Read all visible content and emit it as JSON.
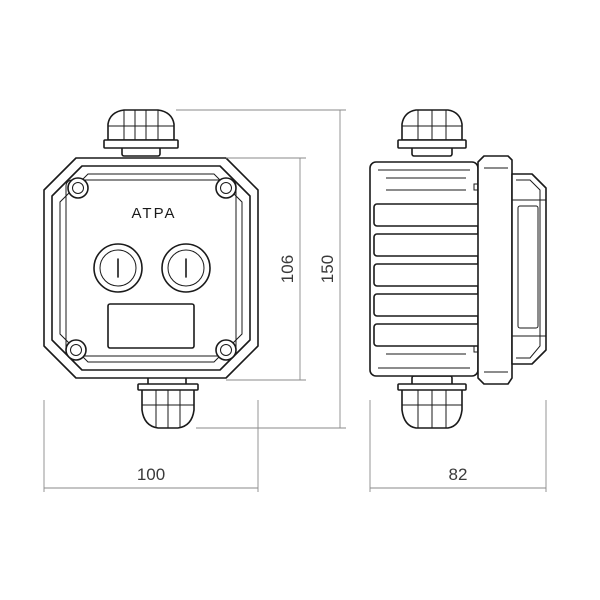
{
  "brand_label": "ATPA",
  "dimensions": {
    "front_width": "100",
    "front_body_height": "106",
    "total_height": "150",
    "side_depth": "82"
  }
}
